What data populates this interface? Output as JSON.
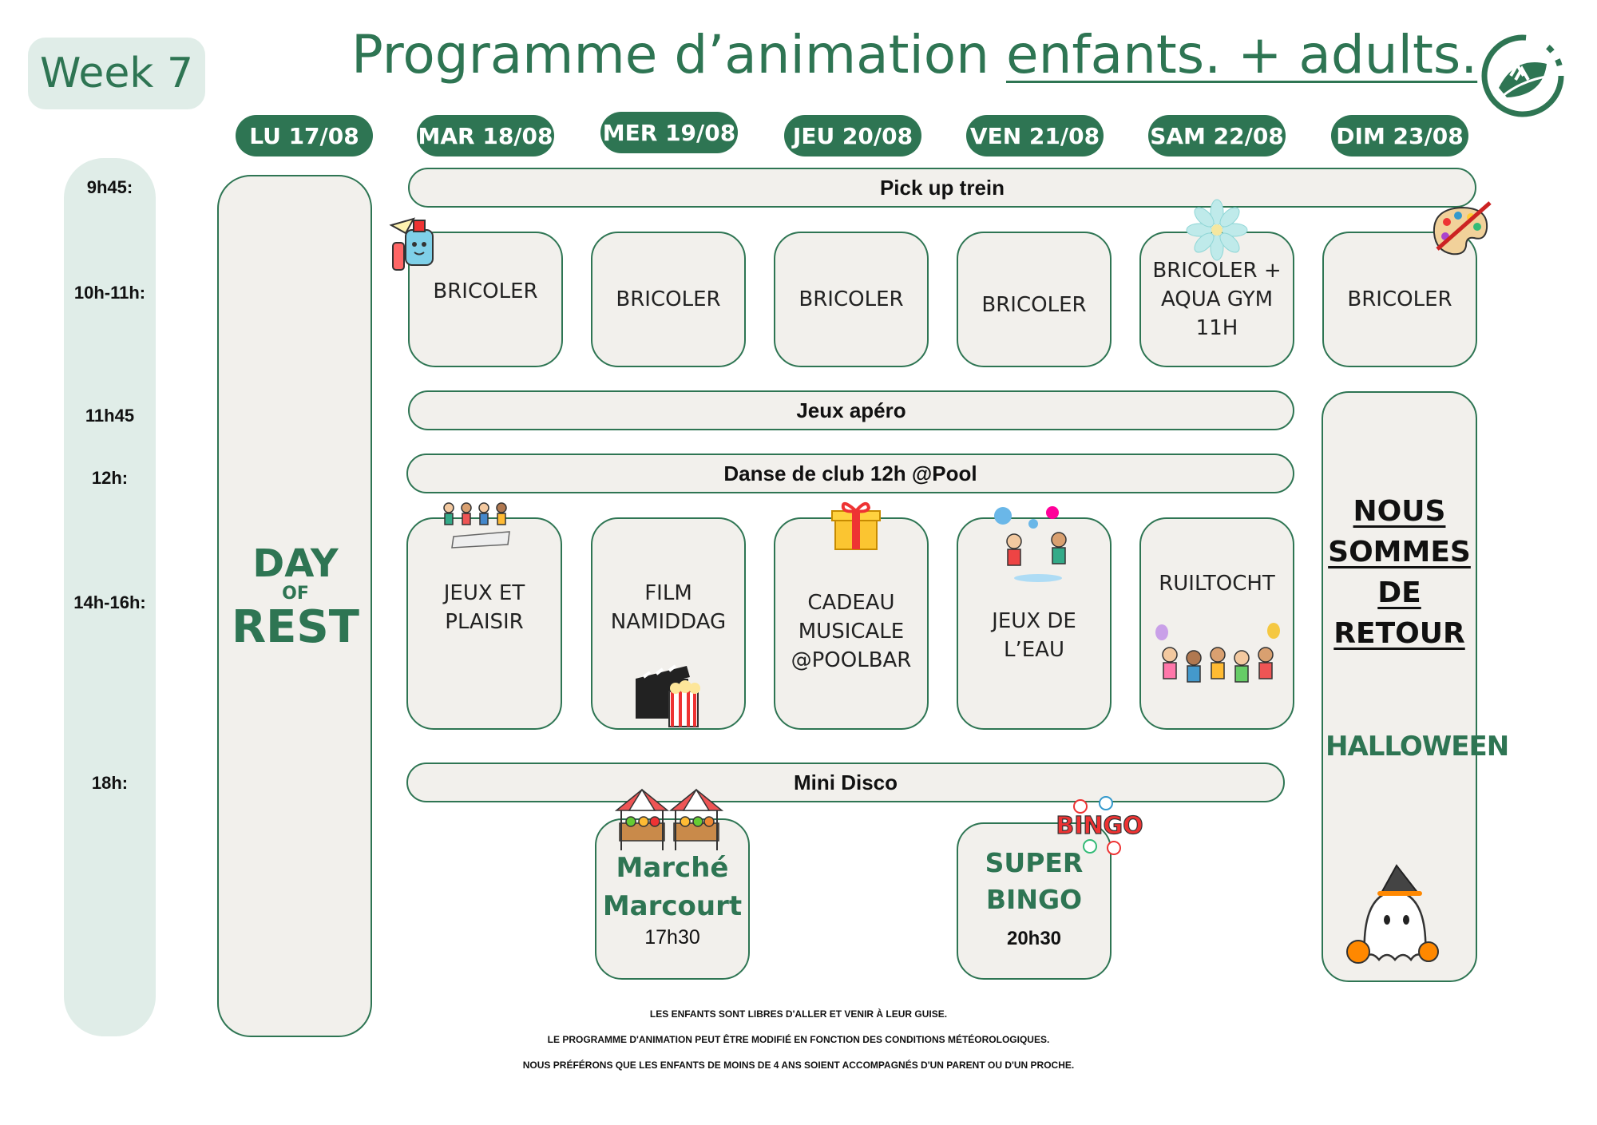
{
  "header": {
    "week_label": "Week 7",
    "title_plain": "Programme d’animation ",
    "title_underlined": "enfants. + adults."
  },
  "days": [
    "LU 17/08",
    "MAR 18/08",
    "MER 19/08",
    "JEU 20/08",
    "VEN 21/08",
    "SAM 22/08",
    "DIM 23/08"
  ],
  "times": [
    "9h45:",
    "10h-11h:",
    "11h45",
    "12h:",
    "14h-16h:",
    "18h:"
  ],
  "monday": {
    "line1": "DAY",
    "line2": "OF",
    "line3": "REST"
  },
  "bars": {
    "pickup": "Pick up trein",
    "jeux_apero": "Jeux apéro",
    "danse": "Danse de club 12h @Pool",
    "mini_disco": "Mini Disco"
  },
  "morning": [
    "BRICOLER",
    "BRICOLER",
    "BRICOLER",
    "BRICOLER",
    "BRICOLER +\nAQUA GYM\n11H",
    "BRICOLER"
  ],
  "afternoon": [
    "JEUX ET\nPLAISIR",
    "FILM\nNAMIDDAG",
    "CADEAU\nMUSICALE\n@POOLBAR",
    "JEUX DE\nL’EAU",
    "RUILTOCHT"
  ],
  "sunday": {
    "line1": "NOUS",
    "line2": "SOMMES",
    "line3": "DE",
    "line4": "RETOUR",
    "halloween": "HALLOWEEN"
  },
  "evening": {
    "marche_line1": "Marché",
    "marche_line2": "Marcourt",
    "marche_time": "17h30",
    "bingo_line1": "SUPER",
    "bingo_line2": "BINGO",
    "bingo_time": "20h30",
    "bingo_sticker": "BINGO"
  },
  "footer": [
    "LES ENFANTS SONT LIBRES D'ALLER ET VENIR À LEUR GUISE.",
    "LE PROGRAMME D'ANIMATION PEUT ÊTRE MODIFIÉ EN FONCTION DES CONDITIONS MÉTÉOROLOGIQUES.",
    "NOUS PRÉFÉRONS QUE LES ENFANTS DE MOINS DE 4 ANS SOIENT ACCOMPAGNÉS D'UN PARENT OU D'UN PROCHE."
  ],
  "colors": {
    "accent": "#2e7553",
    "card_bg": "#f2f0ec",
    "time_bg": "#e0ede8"
  }
}
